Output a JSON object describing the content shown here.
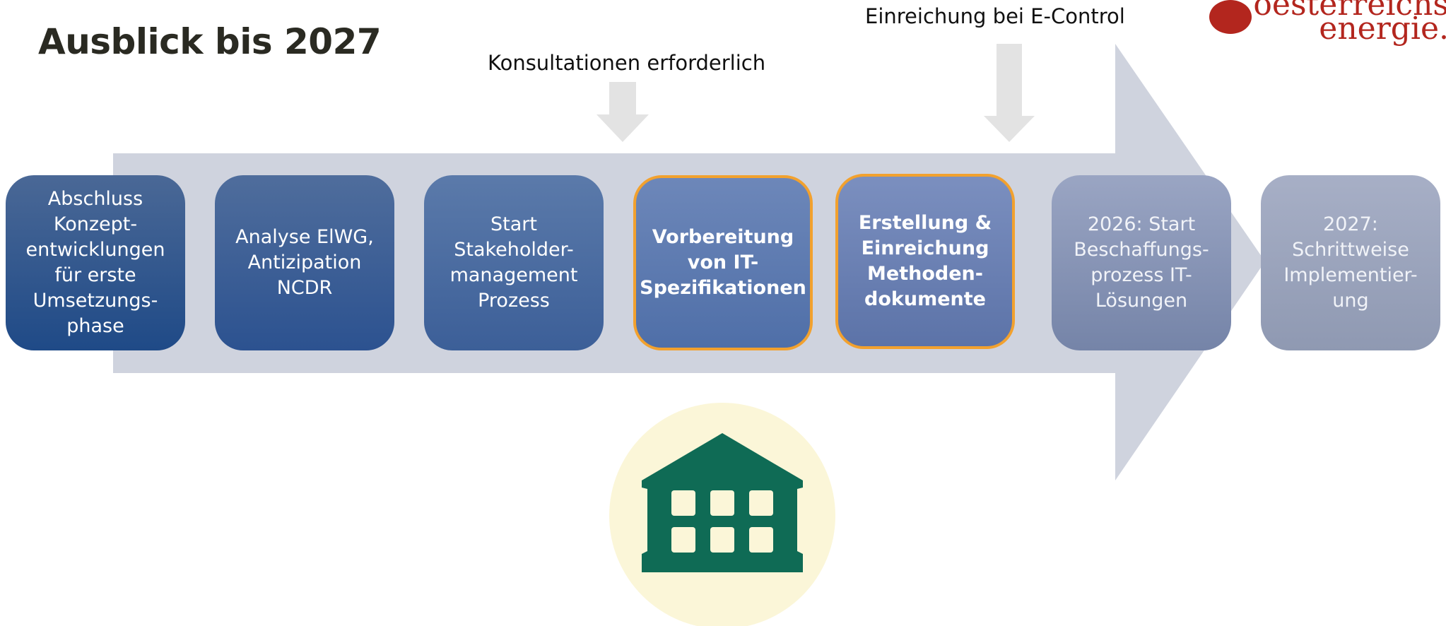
{
  "title": "Ausblick bis 2027",
  "callouts": {
    "konsultationen": "Konsultationen erforderlich",
    "einreichung": "Einreichung bei E-Control"
  },
  "steps": [
    {
      "text": "Abschluss\nKonzept-\nentwicklungen\nfür erste\nUmsetzungs-\nphase",
      "bold": false
    },
    {
      "text": "Analyse ElWG,\nAntizipation\nNCDR",
      "bold": false
    },
    {
      "text": "Start\nStakeholder-\nmanagement\nProzess",
      "bold": false
    },
    {
      "text": "Vorbereitung\nvon IT-\nSpezifikationen",
      "bold": true
    },
    {
      "text": "Erstellung &\nEinreichung\nMethoden-\ndokumente",
      "bold": true
    },
    {
      "text": "2026: Start\nBeschaffungs-\nprozess IT-\nLösungen",
      "bold": false
    },
    {
      "text": "2027:\nSchrittweise\nImplementier-\nung",
      "bold": false
    }
  ],
  "logo": {
    "text": "oesterreichs\nenergie."
  },
  "colors": {
    "arrow_band": "#cfd3de",
    "callout_arrow": "#e3e3e3",
    "step_gradient": [
      "#1f4a87",
      "#3c6098",
      "#4b6da3",
      "#5f7fb6",
      "#7186b4",
      "#8794b4",
      "#939db5"
    ],
    "highlight_border": "#f2a12e",
    "icon_bg": "#fbf6d8",
    "icon_fill": "#0f6b55",
    "logo_red": "#b3261e"
  },
  "icons": [
    "building-icon",
    "down-arrow-icon",
    "logo-mark-icon"
  ]
}
